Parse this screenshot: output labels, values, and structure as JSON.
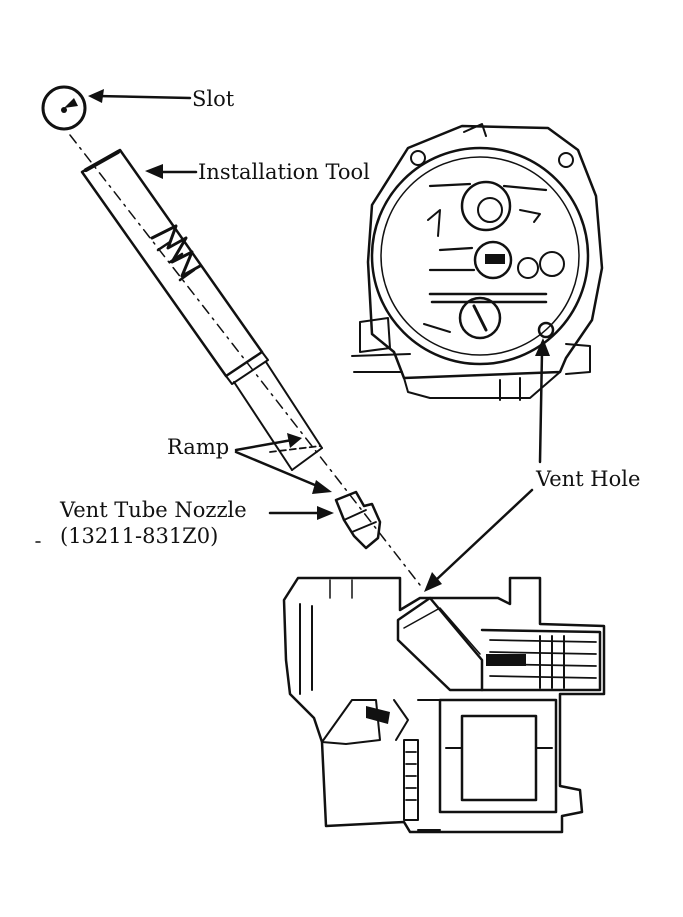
{
  "labels": {
    "slot": "Slot",
    "installation_tool": "Installation Tool",
    "ramp": "Ramp",
    "vent_tube_nozzle": "Vent Tube Nozzle",
    "part_number": "(13211-831Z0)",
    "vent_hole": "Vent Hole"
  },
  "colors": {
    "ink": "#111111",
    "paper": "#ffffff"
  }
}
